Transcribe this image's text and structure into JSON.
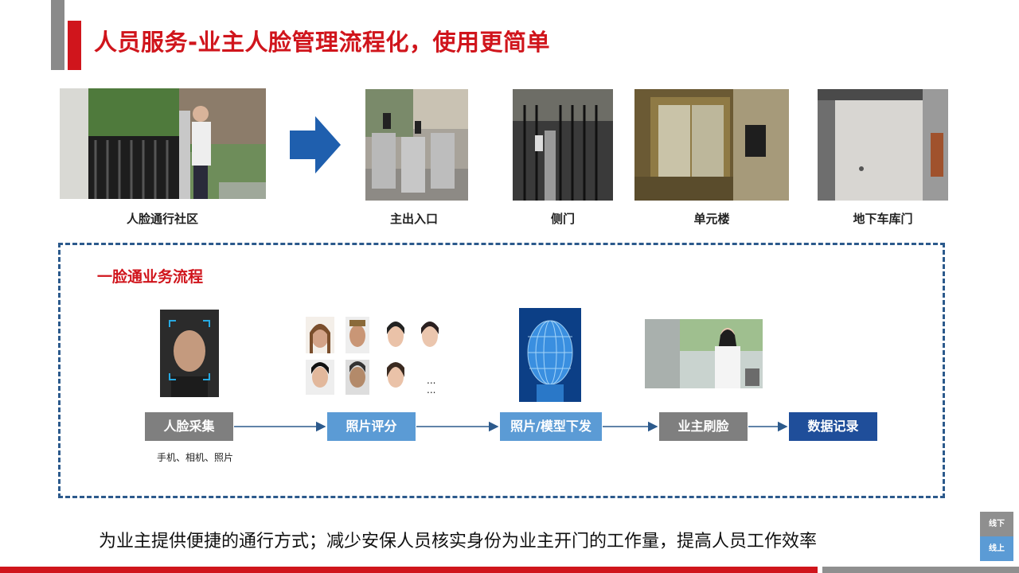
{
  "title": "人员服务-业主人脸管理流程化，使用更简单",
  "photos": [
    {
      "label": "人脸通行社区"
    },
    {
      "label": "主出入口"
    },
    {
      "label": "侧门"
    },
    {
      "label": "单元楼"
    },
    {
      "label": "地下车库门"
    }
  ],
  "flow": {
    "title": "一脸通业务流程",
    "steps": [
      {
        "label": "人脸采集",
        "color": "#7f7f7f"
      },
      {
        "label": "照片评分",
        "color": "#5b9bd5"
      },
      {
        "label": "照片/模型下发",
        "color": "#5b9bd5"
      },
      {
        "label": "业主刷脸",
        "color": "#7f7f7f"
      },
      {
        "label": "数据记录",
        "color": "#1f4e9a"
      }
    ],
    "capture_note": "手机、相机、照片",
    "ellipsis": "..."
  },
  "bottom_text": "为业主提供便捷的通行方式；减少安保人员核实身份为业主开门的工作量，提高人员工作效率",
  "toggle": {
    "offline": "线下",
    "online": "线上"
  },
  "colors": {
    "accent_red": "#d0151c",
    "dash_blue": "#2c5a8c",
    "arrow_blue": "#1f5fae"
  }
}
